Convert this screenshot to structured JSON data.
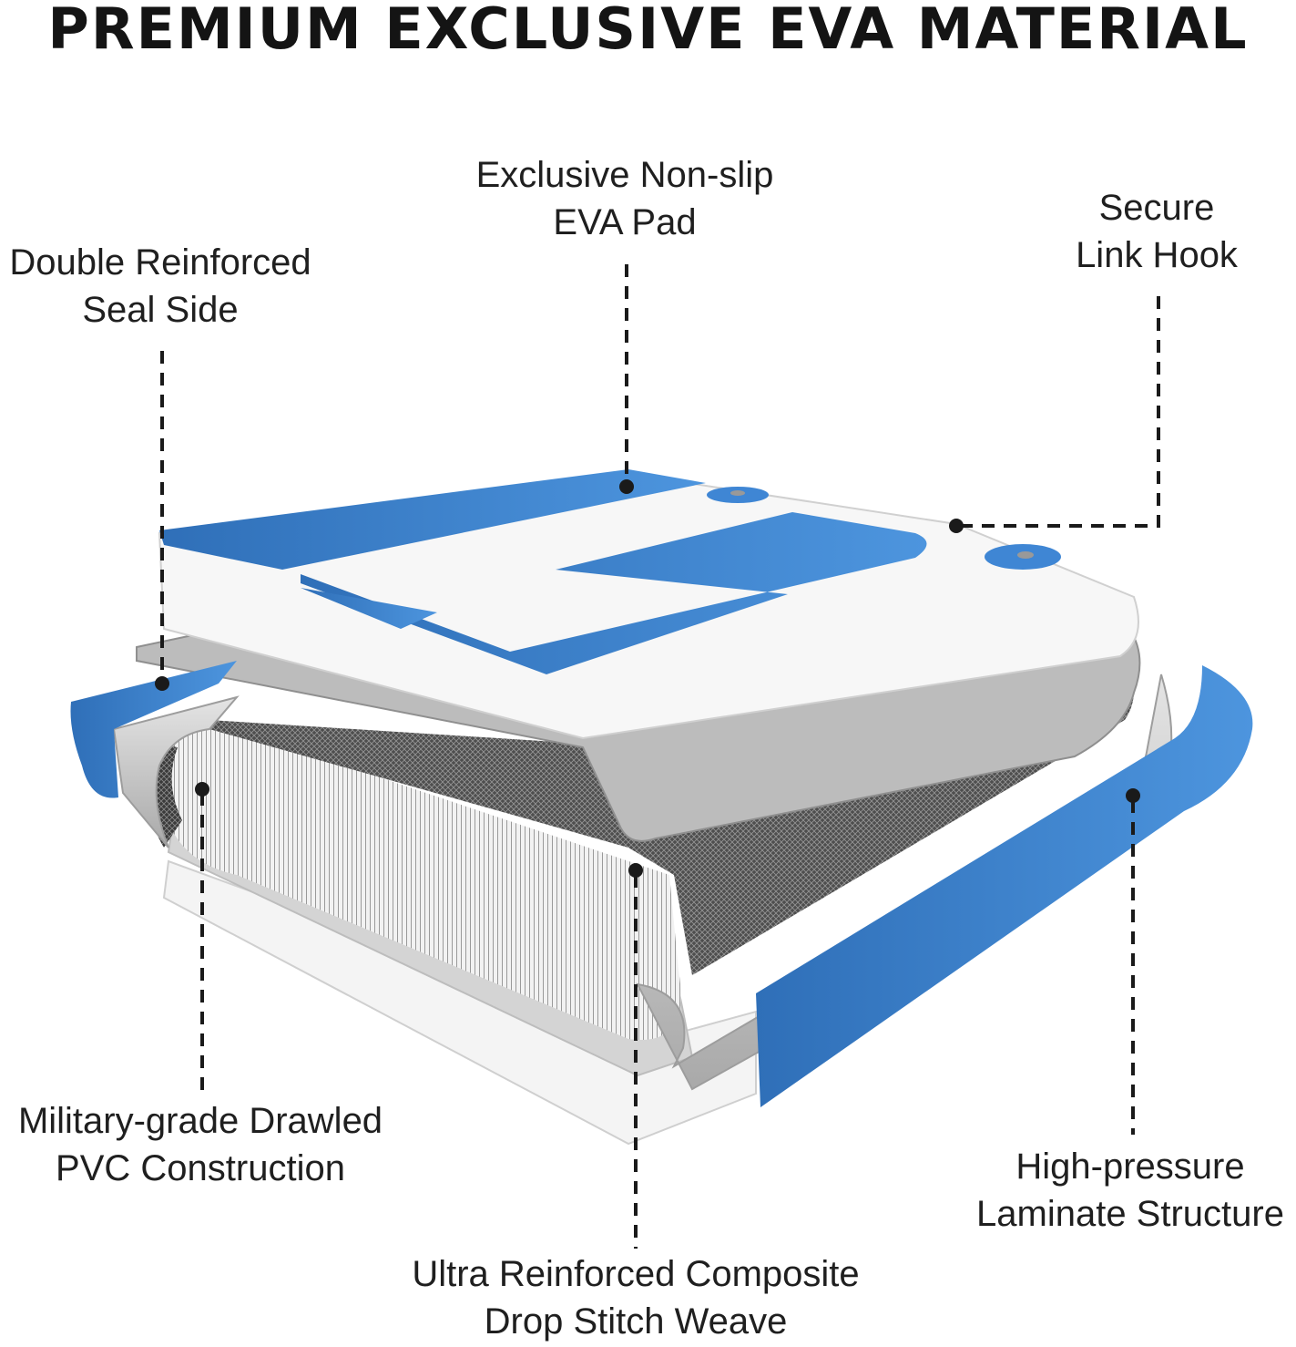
{
  "title": "PREMIUM EXCLUSIVE EVA MATERIAL",
  "colors": {
    "accent_blue": "#3f86d4",
    "pvc_grey": "#c9c9c9",
    "mesh_dark": "#3a3a3a",
    "leader_line": "#1a1a1a"
  },
  "callouts": {
    "eva_pad": {
      "line1": "Exclusive Non-slip",
      "line2": "EVA Pad"
    },
    "link_hook": {
      "line1": "Secure",
      "line2": "Link Hook"
    },
    "seal_side": {
      "line1": "Double Reinforced",
      "line2": "Seal Side"
    },
    "pvc": {
      "line1": "Military-grade Drawled",
      "line2": "PVC Construction"
    },
    "drop_stitch": {
      "line1": "Ultra Reinforced Composite",
      "line2": "Drop Stitch Weave"
    },
    "laminate": {
      "line1": "High-pressure",
      "line2": "Laminate Structure"
    }
  }
}
